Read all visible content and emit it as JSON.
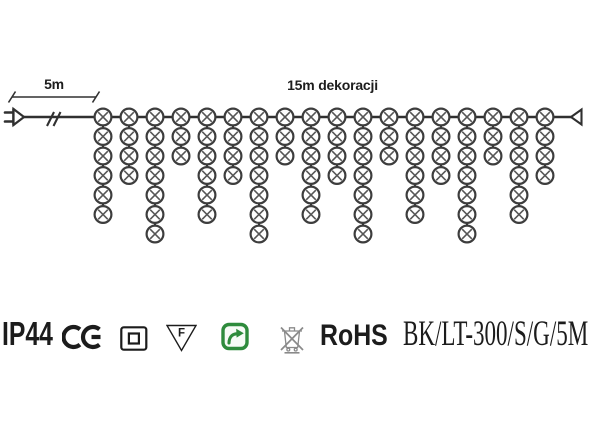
{
  "colors": {
    "ink": "#303030",
    "bulb_stroke": "#3d3d3d",
    "bulb_cross": "#565656",
    "recyclable_green": "#2e8b3c",
    "weee_gray": "#8a8a8a"
  },
  "diagram": {
    "lead_length_label": "5m",
    "decoration_length_label": "15m dekoracji",
    "drop_count": 18,
    "bulb_counts_per_drop": [
      6,
      4,
      7,
      3,
      6,
      4,
      7,
      3,
      6,
      4,
      7,
      3,
      6,
      4,
      7,
      3,
      6,
      4
    ],
    "total_bulbs": 90
  },
  "footer": {
    "ip_rating": "IP44",
    "ce_mark": "CE",
    "class_ii_icon": "class-ii-double-insulation",
    "f_symbol_letter": "F",
    "recyclable_icon": "recyclable-arrow",
    "weee_icon": "crossed-out-wheelie-bin",
    "rohs_label": "RoHS",
    "model_code": "BK/LT-300/S/G/5M"
  }
}
